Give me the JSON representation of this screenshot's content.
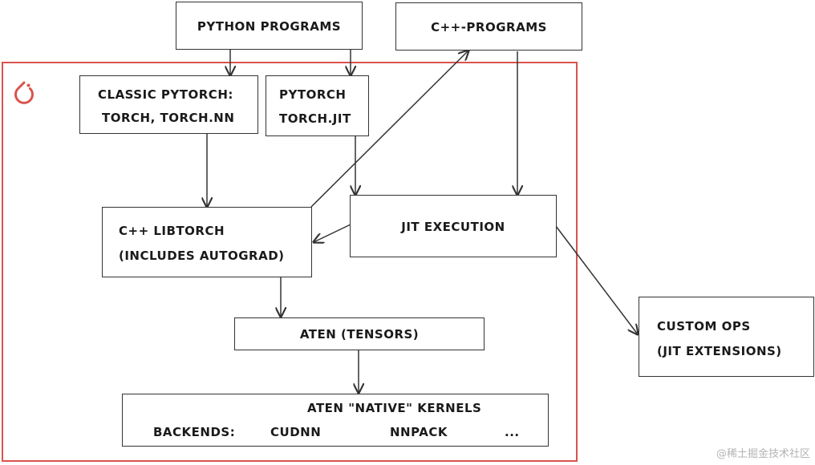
{
  "colors": {
    "frame": "#d9534f",
    "stroke": "#333333",
    "watermark": "#b4b4b4"
  },
  "boxes": {
    "python_programs": "PYTHON PROGRAMS",
    "cpp_programs": "C++-PROGRAMS",
    "classic_pytorch": {
      "line1": "CLASSIC PYTORCH:",
      "line2": "TORCH, TORCH.NN"
    },
    "pytorch_jit": {
      "line1": "PYTORCH",
      "line2": "TORCH.JIT"
    },
    "libtorch": {
      "line1": "C++ LIBTORCH",
      "line2": "(INCLUDES AUTOGRAD)"
    },
    "jit_execution": "JIT EXECUTION",
    "custom_ops": {
      "line1": "CUSTOM OPS",
      "line2": "(JIT EXTENSIONS)"
    },
    "aten": "ATEN (TENSORS)",
    "kernels": {
      "title": "ATEN \"NATIVE\" KERNELS",
      "backends_label": "BACKENDS:",
      "cudnn": "CUDNN",
      "nnpack": "NNPACK",
      "more": "..."
    }
  },
  "icons": {
    "logo": "pytorch-logo-icon"
  },
  "watermark": "@稀土掘金技术社区"
}
